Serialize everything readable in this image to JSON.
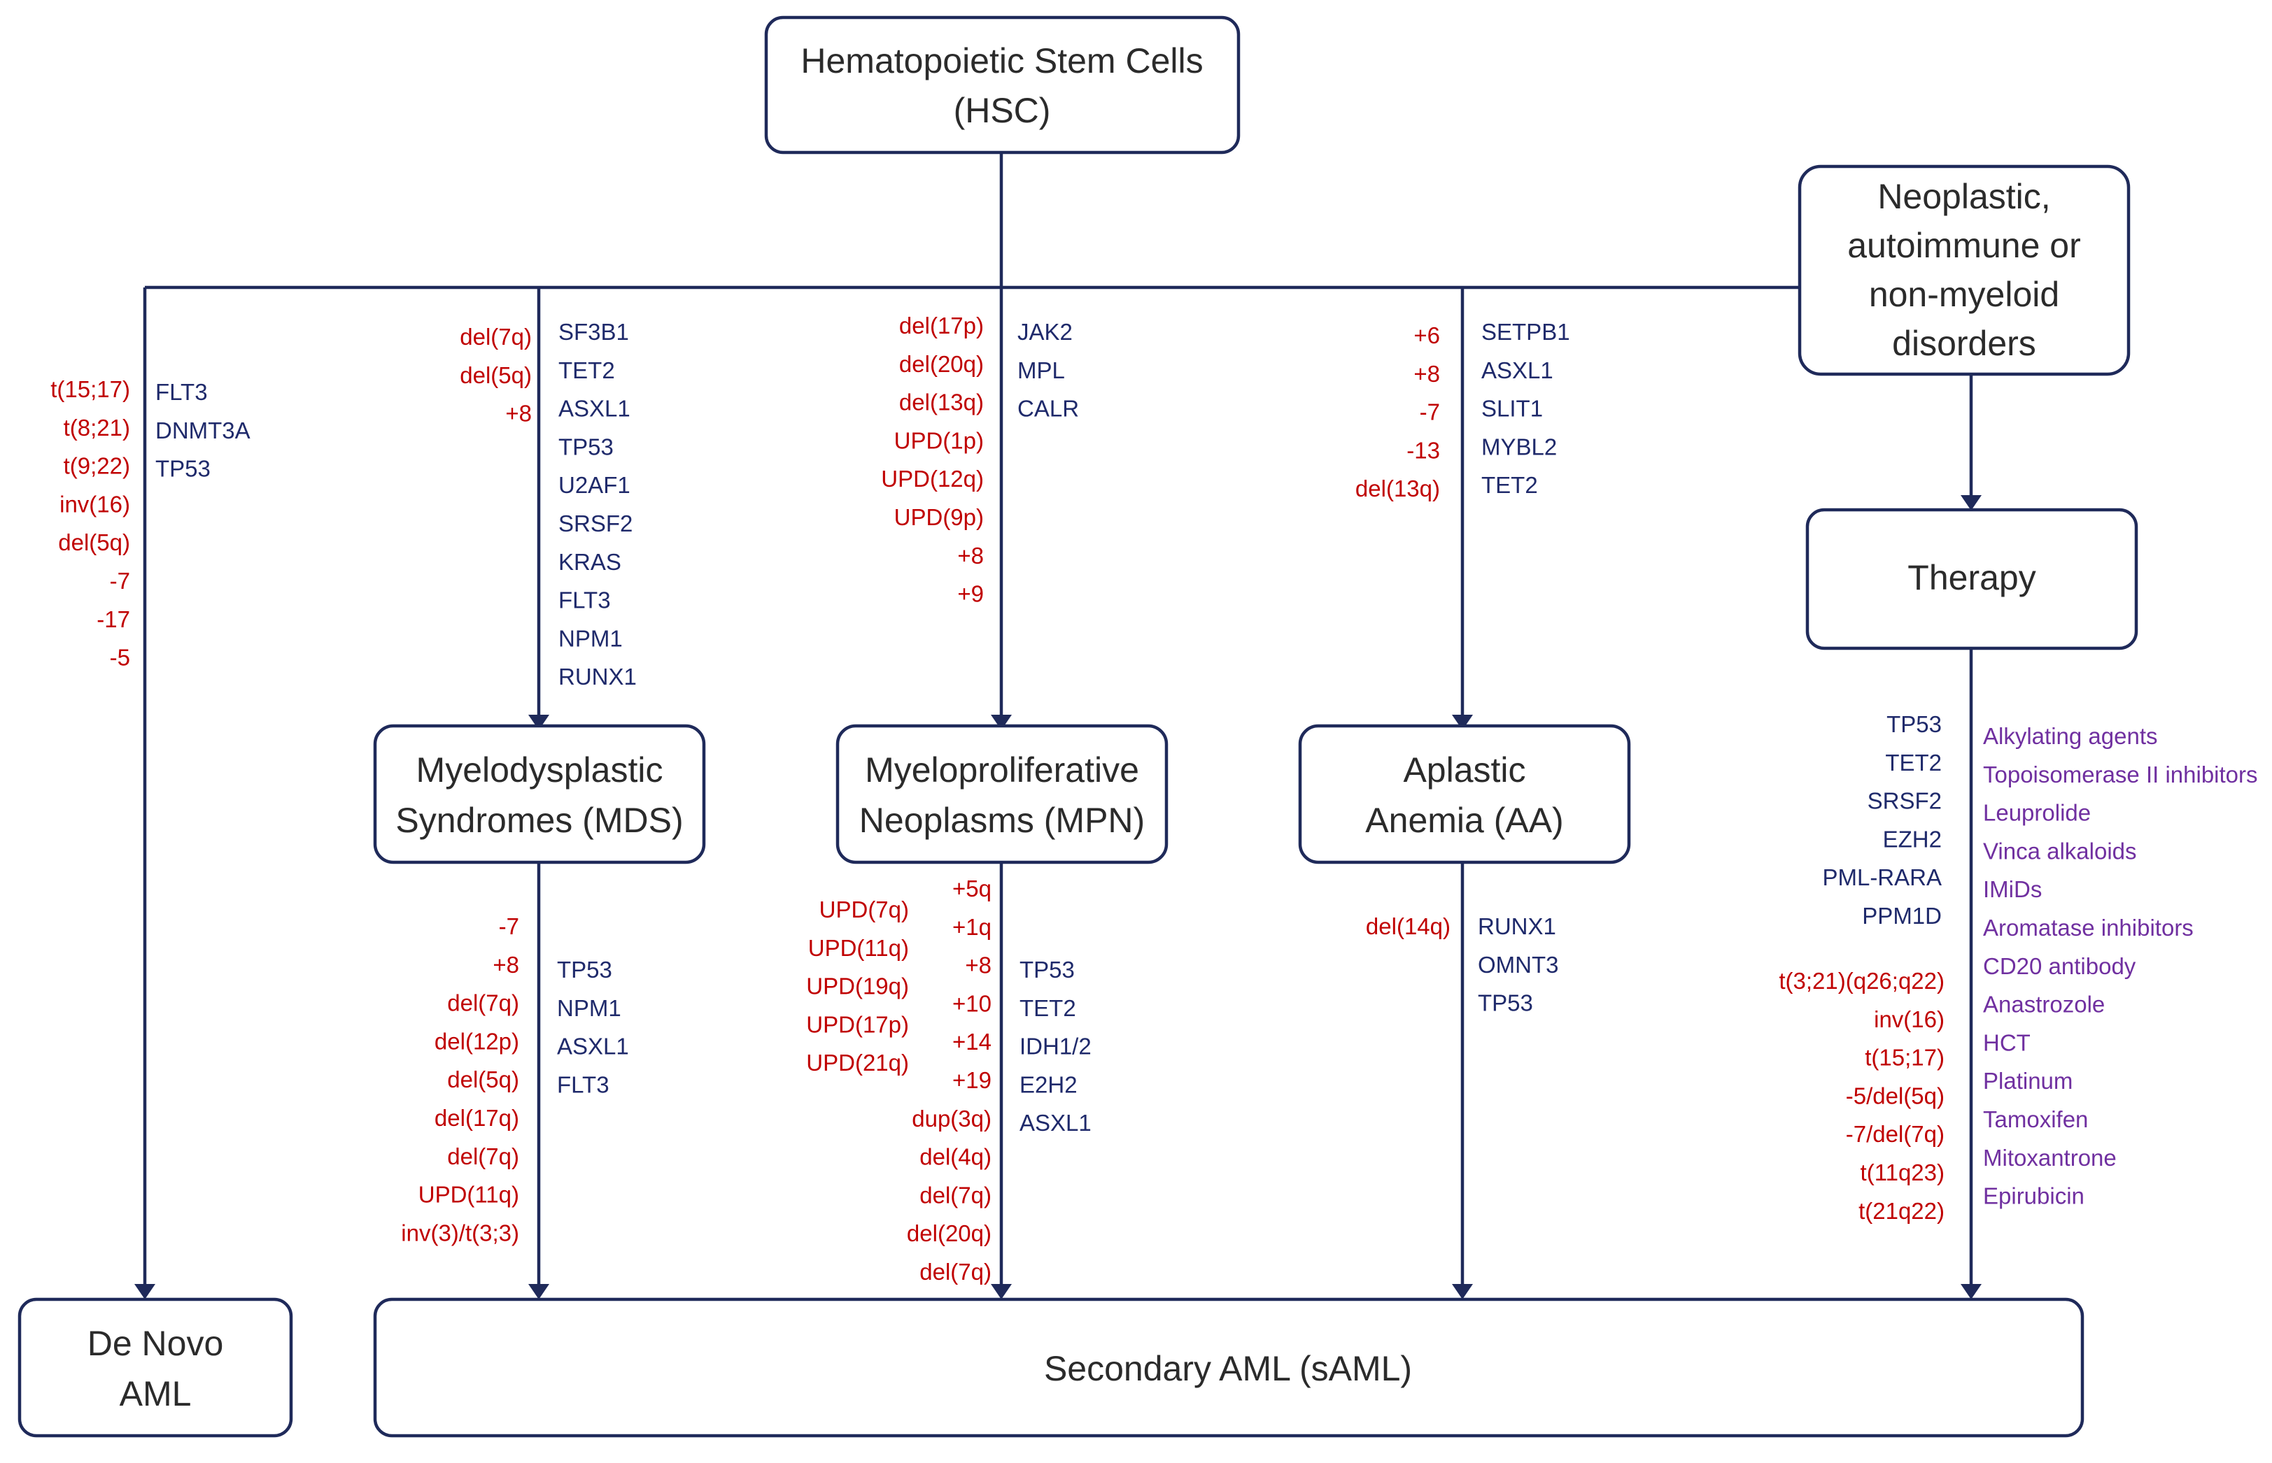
{
  "nodes": {
    "hsc": [
      "Hematopoietic Stem Cells",
      "(HSC)"
    ],
    "neo": [
      "Neoplastic,",
      "autoimmune or",
      "non-myeloid",
      "disorders"
    ],
    "therapy": [
      "Therapy"
    ],
    "mds": [
      "Myelodysplastic",
      "Syndromes (MDS)"
    ],
    "mpn": [
      "Myeloproliferative",
      "Neoplasms (MPN)"
    ],
    "aa": [
      "Aplastic",
      "Anemia (AA)"
    ],
    "denovo": [
      "De Novo",
      "AML"
    ],
    "saml": [
      "Secondary AML (sAML)"
    ]
  },
  "labels": {
    "denovo_cyto": [
      "t(15;17)",
      "t(8;21)",
      "t(9;22)",
      "inv(16)",
      "del(5q)",
      "-7",
      "-17",
      "-5"
    ],
    "denovo_genes": [
      "FLT3",
      "DNMT3A",
      "TP53"
    ],
    "mds_upper_cyto": [
      "del(7q)",
      "del(5q)",
      "+8"
    ],
    "mds_upper_genes": [
      "SF3B1",
      "TET2",
      "ASXL1",
      "TP53",
      "U2AF1",
      "SRSF2",
      "KRAS",
      "FLT3",
      "NPM1",
      "RUNX1"
    ],
    "mpn_upper_cyto": [
      "del(17p)",
      "del(20q)",
      "del(13q)",
      "UPD(1p)",
      "UPD(12q)",
      "UPD(9p)",
      "+8",
      "+9"
    ],
    "mpn_upper_genes": [
      "JAK2",
      "MPL",
      "CALR"
    ],
    "aa_upper_cyto": [
      "+6",
      "+8",
      "-7",
      "-13",
      "del(13q)"
    ],
    "aa_upper_genes": [
      "SETPB1",
      "ASXL1",
      "SLIT1",
      "MYBL2",
      "TET2"
    ],
    "mds_lower_cyto": [
      "-7",
      "+8",
      "del(7q)",
      "del(12p)",
      "del(5q)",
      "del(17q)",
      "del(7q)",
      "UPD(11q)",
      "inv(3)/t(3;3)"
    ],
    "mds_lower_genes": [
      "TP53",
      "NPM1",
      "ASXL1",
      "FLT3"
    ],
    "mpn_lower_upd": [
      "UPD(7q)",
      "UPD(11q)",
      "UPD(19q)",
      "UPD(17p)",
      "UPD(21q)"
    ],
    "mpn_lower_cyto": [
      "+5q",
      "+1q",
      "+8",
      "+10",
      "+14",
      "+19",
      "dup(3q)",
      "del(4q)",
      "del(7q)",
      "del(20q)",
      "del(7q)"
    ],
    "mpn_lower_genes": [
      "TP53",
      "TET2",
      "IDH1/2",
      "E2H2",
      "ASXL1"
    ],
    "aa_lower_cyto": [
      "del(14q)"
    ],
    "aa_lower_genes": [
      "RUNX1",
      "OMNT3",
      "TP53"
    ],
    "therapy_genes": [
      "TP53",
      "TET2",
      "SRSF2",
      "EZH2",
      "PML-RARA",
      "PPM1D"
    ],
    "therapy_cyto": [
      "t(3;21)(q26;q22)",
      "inv(16)",
      "t(15;17)",
      "-5/del(5q)",
      "-7/del(7q)",
      "t(11q23)",
      "t(21q22)"
    ],
    "therapy_agents": [
      "Alkylating agents",
      "Topoisomerase II inhibitors",
      "Leuprolide",
      "Vinca alkaloids",
      "IMiDs",
      "Aromatase inhibitors",
      "CD20 antibody",
      "Anastrozole",
      "HCT",
      "Platinum",
      "Tamoxifen",
      "Mitoxantrone",
      "Epirubicin"
    ]
  }
}
